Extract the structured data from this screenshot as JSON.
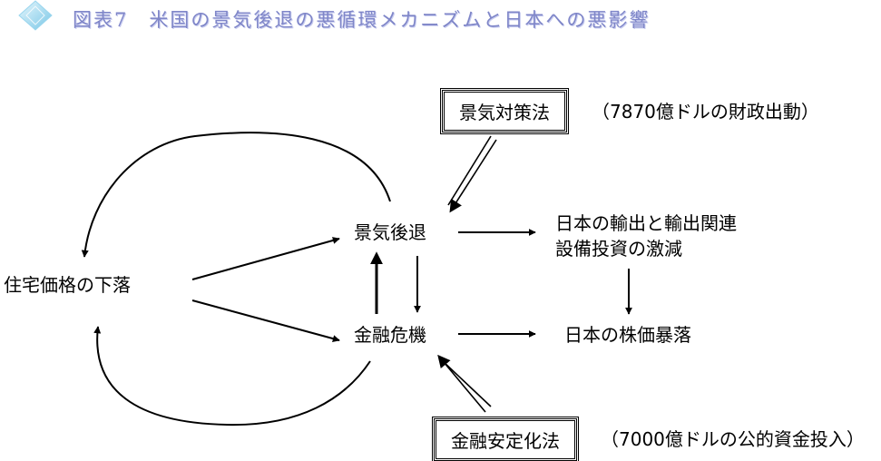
{
  "title": "図表7　米国の景気後退の悪循環メカニズムと日本への悪影響",
  "icon": "diamond-icon",
  "colors": {
    "title": "#7f86c8",
    "icon": "#8fd3ee"
  },
  "nodes": {
    "housing": "住宅価格の下落",
    "recession": "景気後退",
    "financial_crisis": "金融危機",
    "japan_exports_line1": "日本の輸出と輸出関連",
    "japan_exports_line2": "設備投資の激減",
    "japan_stocks": "日本の株価暴落"
  },
  "policies": {
    "stimulus": {
      "label": "景気対策法",
      "note": "（7870億ドルの財政出動）"
    },
    "stabilization": {
      "label": "金融安定化法",
      "note": "（7000億ドルの公的資金投入）"
    }
  }
}
